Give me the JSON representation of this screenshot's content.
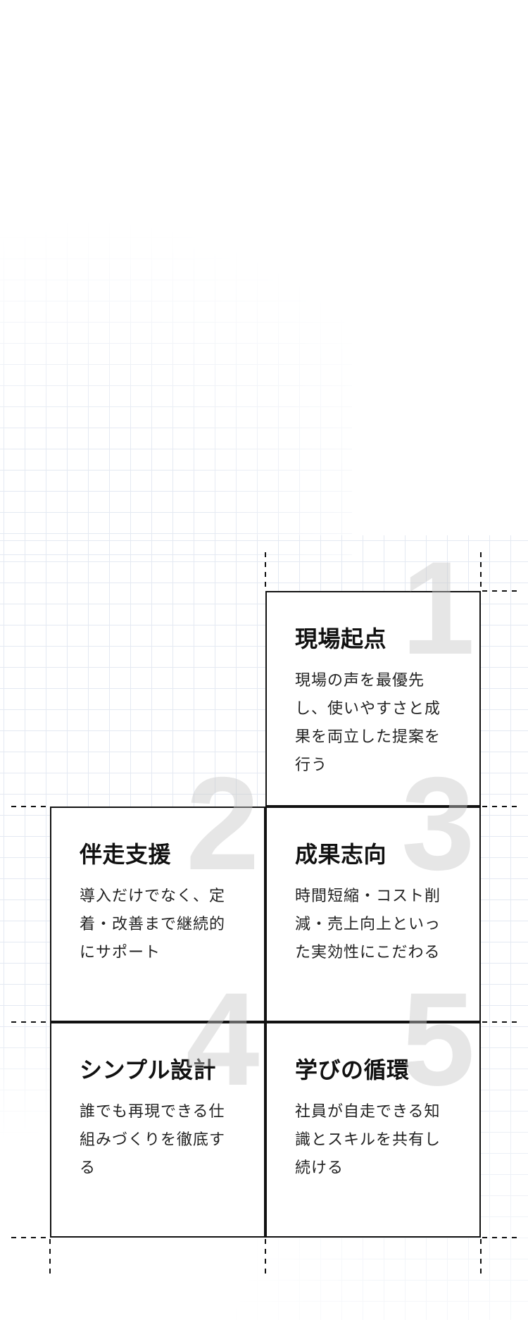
{
  "section": {
    "name": "values-grid",
    "accent_colors": {
      "border": "#111111",
      "number": "#e6e6e6",
      "grid_line": "#e4e9f2",
      "background": "#ffffff"
    }
  },
  "values": [
    {
      "number": "1",
      "title": "現場起点",
      "body": "現場の声を最優先し、使いやすさと成果を両立した提案を行う"
    },
    {
      "number": "2",
      "title": "伴走支援",
      "body": "導入だけでなく、定着・改善まで継続的にサポート"
    },
    {
      "number": "3",
      "title": "成果志向",
      "body": "時間短縮・コスト削減・売上向上といった実効性にこだわる"
    },
    {
      "number": "4",
      "title": "シンプル設計",
      "body": "誰でも再現できる仕組みづくりを徹底する"
    },
    {
      "number": "5",
      "title": "学びの循環",
      "body": "社員が自走できる知識とスキルを共有し続ける"
    }
  ]
}
